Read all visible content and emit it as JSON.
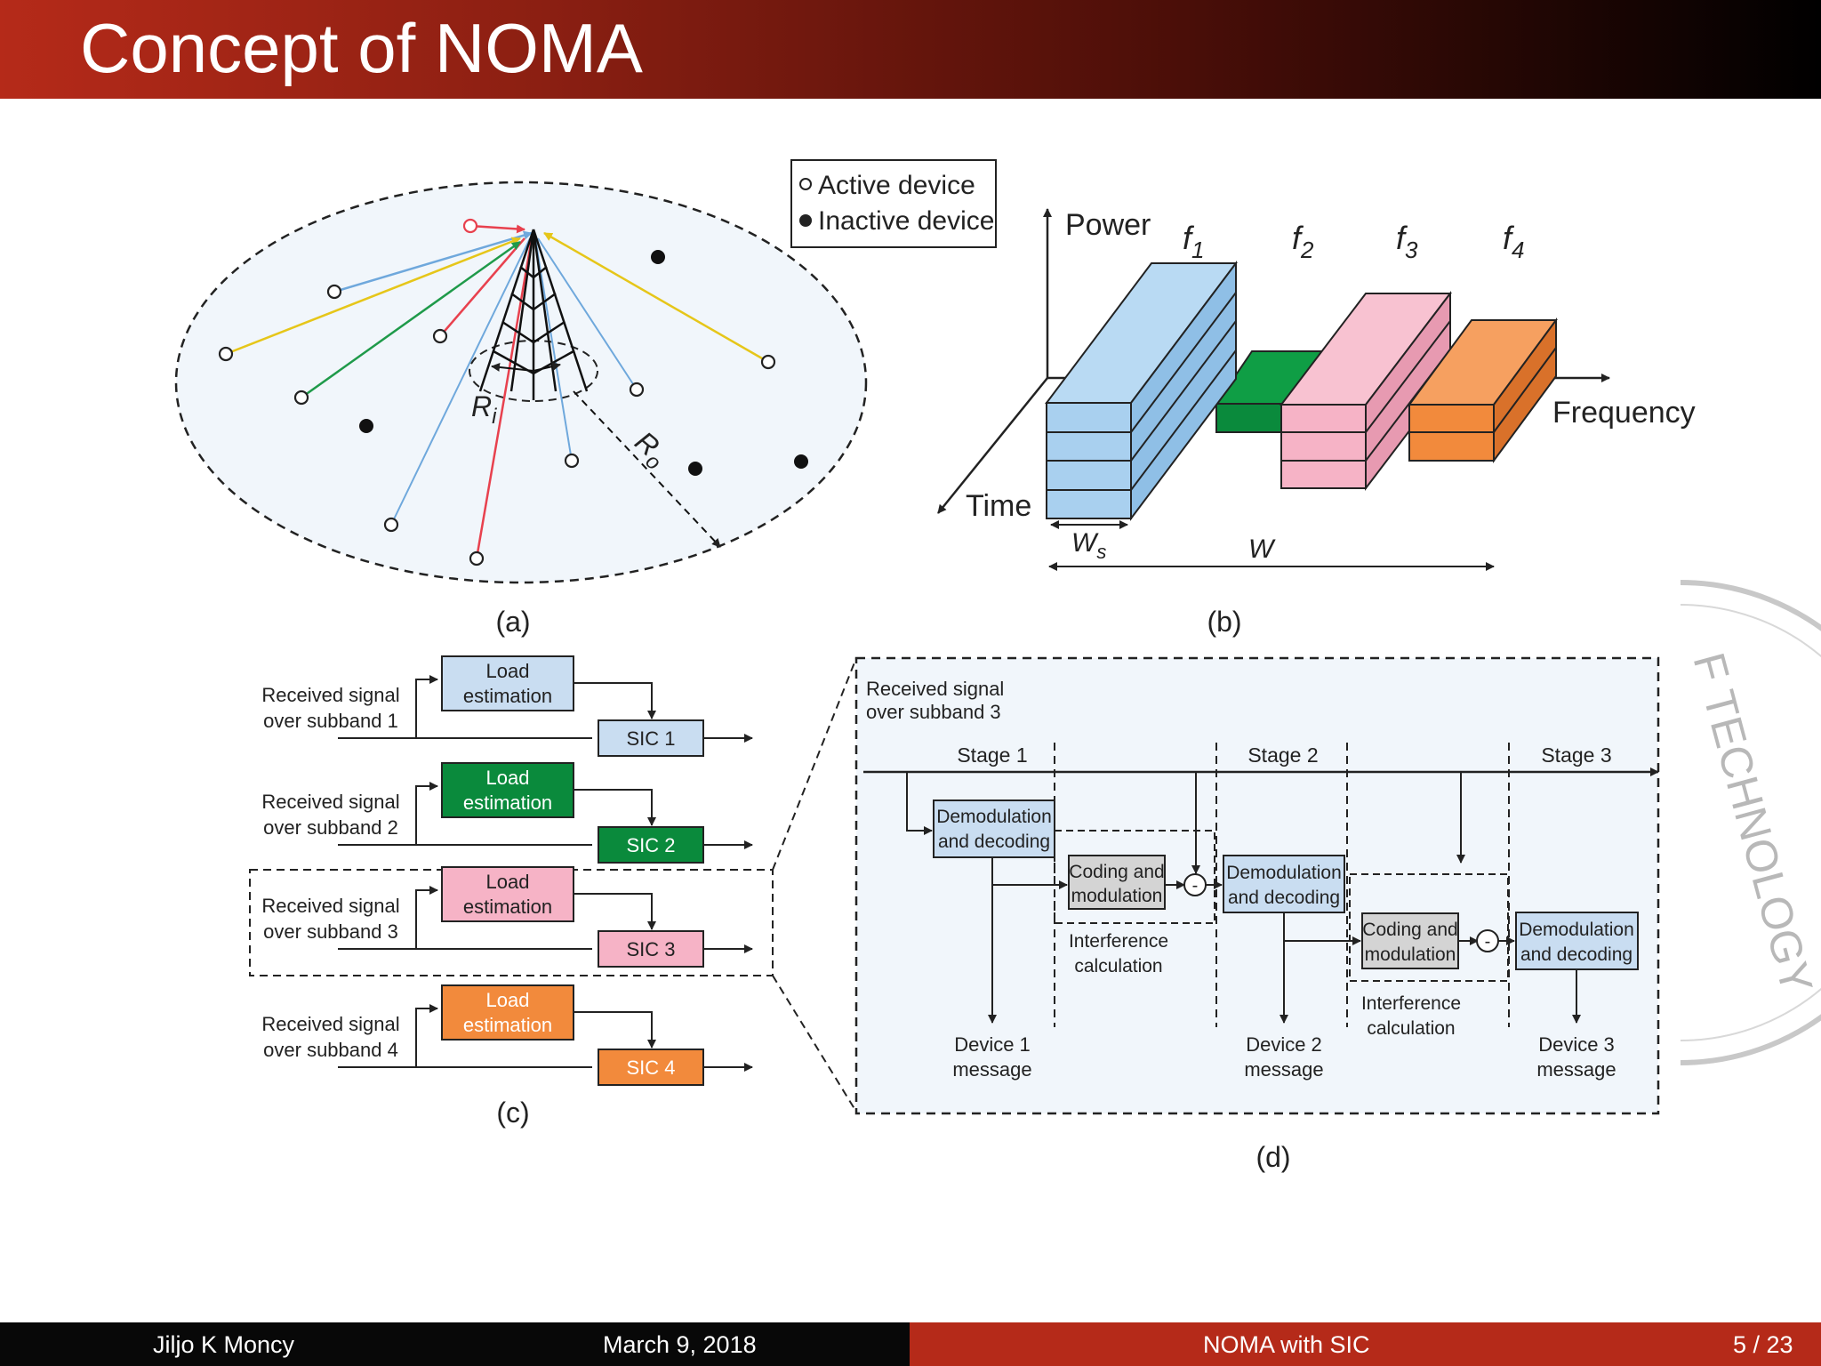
{
  "slide": {
    "title": "Concept of NOMA"
  },
  "footer": {
    "author": "Jiljo K Moncy",
    "date": "March 9, 2018",
    "topic": "NOMA with SIC",
    "page": "5 / 23"
  },
  "watermark": {
    "text": "F TECHNOLOGY"
  },
  "panel_a": {
    "caption": "(a)",
    "legend_active": "Active device",
    "legend_inactive": "Inactive device",
    "ri_label": "R",
    "ri_sub": "i",
    "ro_label": "R",
    "ro_sub": "o",
    "colors": {
      "red": "#e8414e",
      "blue": "#6fa8dc",
      "yellow": "#e6c619",
      "green": "#1f9a4a"
    }
  },
  "panel_b": {
    "caption": "(b)",
    "power_label": "Power",
    "time_label": "Time",
    "frequency_label": "Frequency",
    "freq_labels": [
      "f",
      "f",
      "f",
      "f"
    ],
    "freq_subs": [
      "1",
      "2",
      "3",
      "4"
    ],
    "ws_label": "W",
    "ws_sub": "s",
    "w_label": "W",
    "colors": {
      "f1": "#a9d0ef",
      "f2": "#0a8a3c",
      "f3": "#f6b3c6",
      "f4": "#f28a3c"
    }
  },
  "panel_c": {
    "caption": "(c)",
    "rows": [
      {
        "input": [
          "Received signal",
          "over subband 1"
        ],
        "load": [
          "Load",
          "estimation"
        ],
        "sic": "SIC 1",
        "color": "#c9ddf1",
        "text_color": "#222222"
      },
      {
        "input": [
          "Received signal",
          "over subband 2"
        ],
        "load": [
          "Load",
          "estimation"
        ],
        "sic": "SIC 2",
        "color": "#0a8a3c",
        "text_color": "#ffffff"
      },
      {
        "input": [
          "Received signal",
          "over subband 3"
        ],
        "load": [
          "Load",
          "estimation"
        ],
        "sic": "SIC 3",
        "color": "#f6b3c6",
        "text_color": "#222222"
      },
      {
        "input": [
          "Received signal",
          "over subband 4"
        ],
        "load": [
          "Load",
          "estimation"
        ],
        "sic": "SIC 4",
        "color": "#f28a3c",
        "text_color": "#ffffff"
      }
    ]
  },
  "panel_d": {
    "caption": "(d)",
    "input": [
      "Received signal",
      "over subband 3"
    ],
    "stages": [
      "Stage 1",
      "Stage 2",
      "Stage 3"
    ],
    "demod": [
      "Demodulation",
      "and decoding"
    ],
    "coding": [
      "Coding and",
      "modulation"
    ],
    "interference": [
      "Interference",
      "calculation"
    ],
    "minus": "-",
    "messages": [
      [
        "Device 1",
        "message"
      ],
      [
        "Device 2",
        "message"
      ],
      [
        "Device 3",
        "message"
      ]
    ]
  }
}
